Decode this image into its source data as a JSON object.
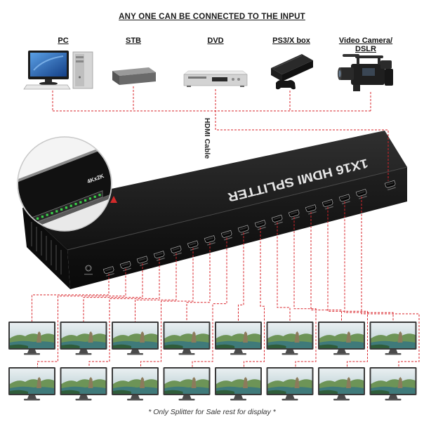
{
  "title": "ANY ONE CAN BE CONNECTED TO THE INPUT",
  "devices": [
    {
      "label_lines": [
        "PC"
      ],
      "icon": "pc-icon"
    },
    {
      "label_lines": [
        "STB"
      ],
      "icon": "set-top-box-icon"
    },
    {
      "label_lines": [
        "DVD"
      ],
      "icon": "dvd-player-icon"
    },
    {
      "label_lines": [
        "PS3/X box"
      ],
      "icon": "game-console-icon"
    },
    {
      "label_lines": [
        "Video Camera/",
        "DSLR"
      ],
      "icon": "video-camera-icon"
    }
  ],
  "cable_label": "HDMI Cable",
  "splitter": {
    "label": "1X16 HDMI SPLITTER",
    "resolution_badge": "4Kx2K",
    "output_ports": 16,
    "input_ports": 1
  },
  "displays": {
    "rows": 2,
    "per_row": 8
  },
  "footer_note": "* Only Splitter for Sale rest for display *",
  "colors": {
    "connection_line": "#d9232a",
    "splitter_body": "#151515",
    "led": "#3bd24a"
  }
}
